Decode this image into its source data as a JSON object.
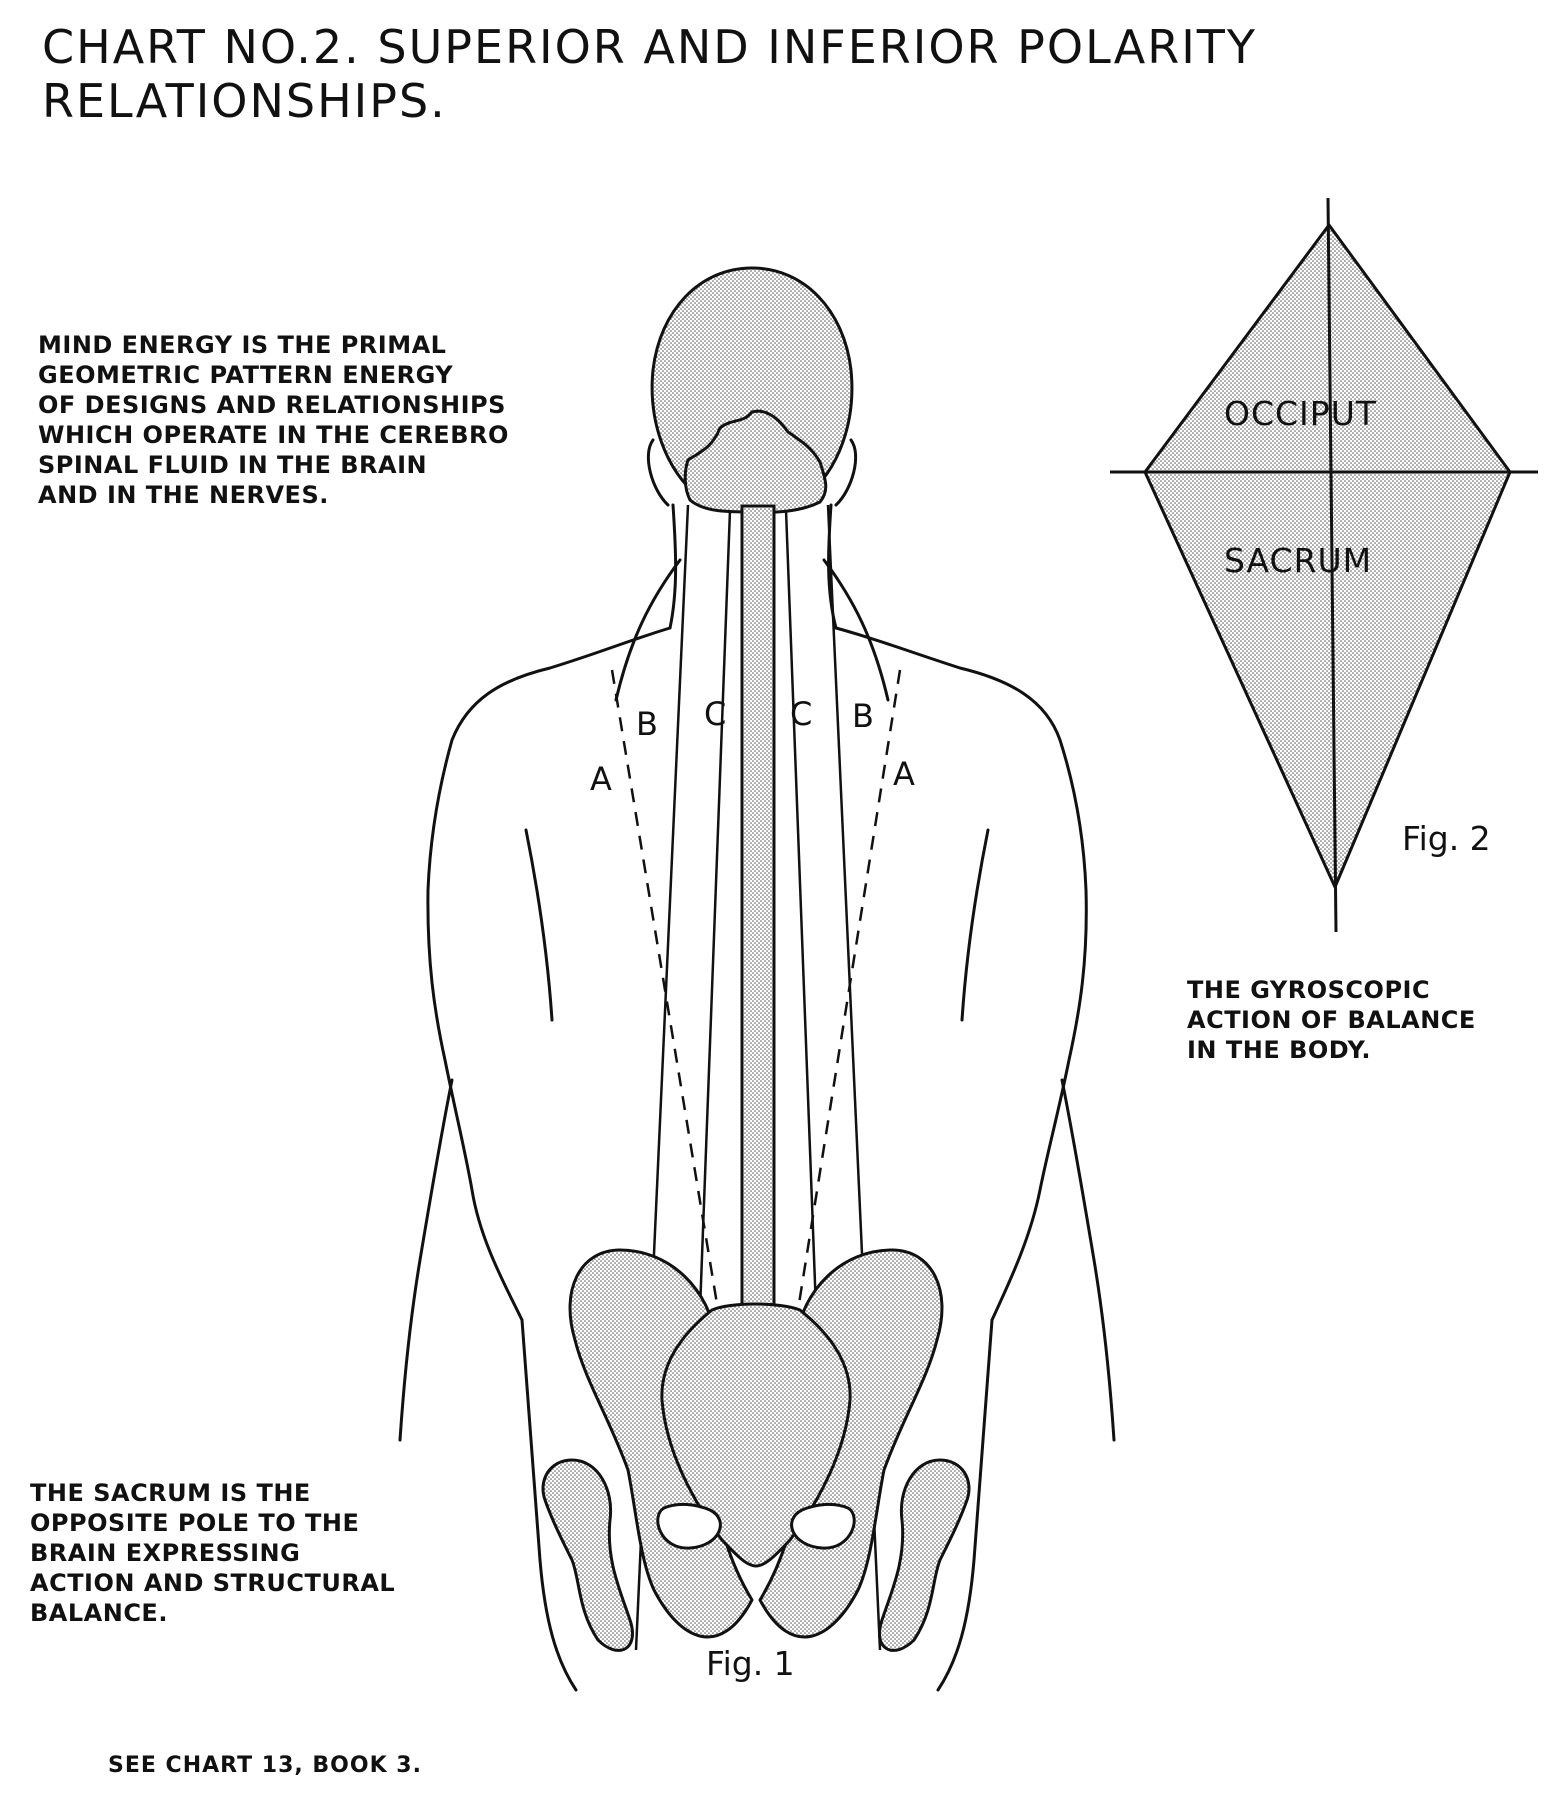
{
  "title": "CHART NO.2.  SUPERIOR AND INFERIOR POLARITY\nRELATIONSHIPS.",
  "captions": {
    "mind_energy": "MIND ENERGY IS THE PRIMAL\nGEOMETRIC PATTERN ENERGY\nOF DESIGNS AND RELATIONSHIPS\nWHICH OPERATE IN THE CEREBRO\nSPINAL FLUID IN THE BRAIN\nAND IN THE NERVES.",
    "gyroscopic": "THE GYROSCOPIC\nACTION OF BALANCE\nIN THE BODY.",
    "sacrum_pole": "THE SACRUM IS THE\nOPPOSITE POLE TO THE\nBRAIN EXPRESSING\nACTION AND STRUCTURAL\nBALANCE."
  },
  "fig1": {
    "label": "Fig. 1",
    "line_labels": {
      "left_a": "A",
      "left_b": "B",
      "left_c": "C",
      "right_c": "C",
      "right_b": "B",
      "right_a": "A"
    }
  },
  "fig2": {
    "label": "Fig. 2",
    "upper_region": "OCCIPUT",
    "lower_region": "SACRUM"
  },
  "footer": "SEE CHART 13, BOOK 3.",
  "colors": {
    "ink": "#111111",
    "stipple": "#d6d6d6",
    "paper": "#ffffff"
  }
}
